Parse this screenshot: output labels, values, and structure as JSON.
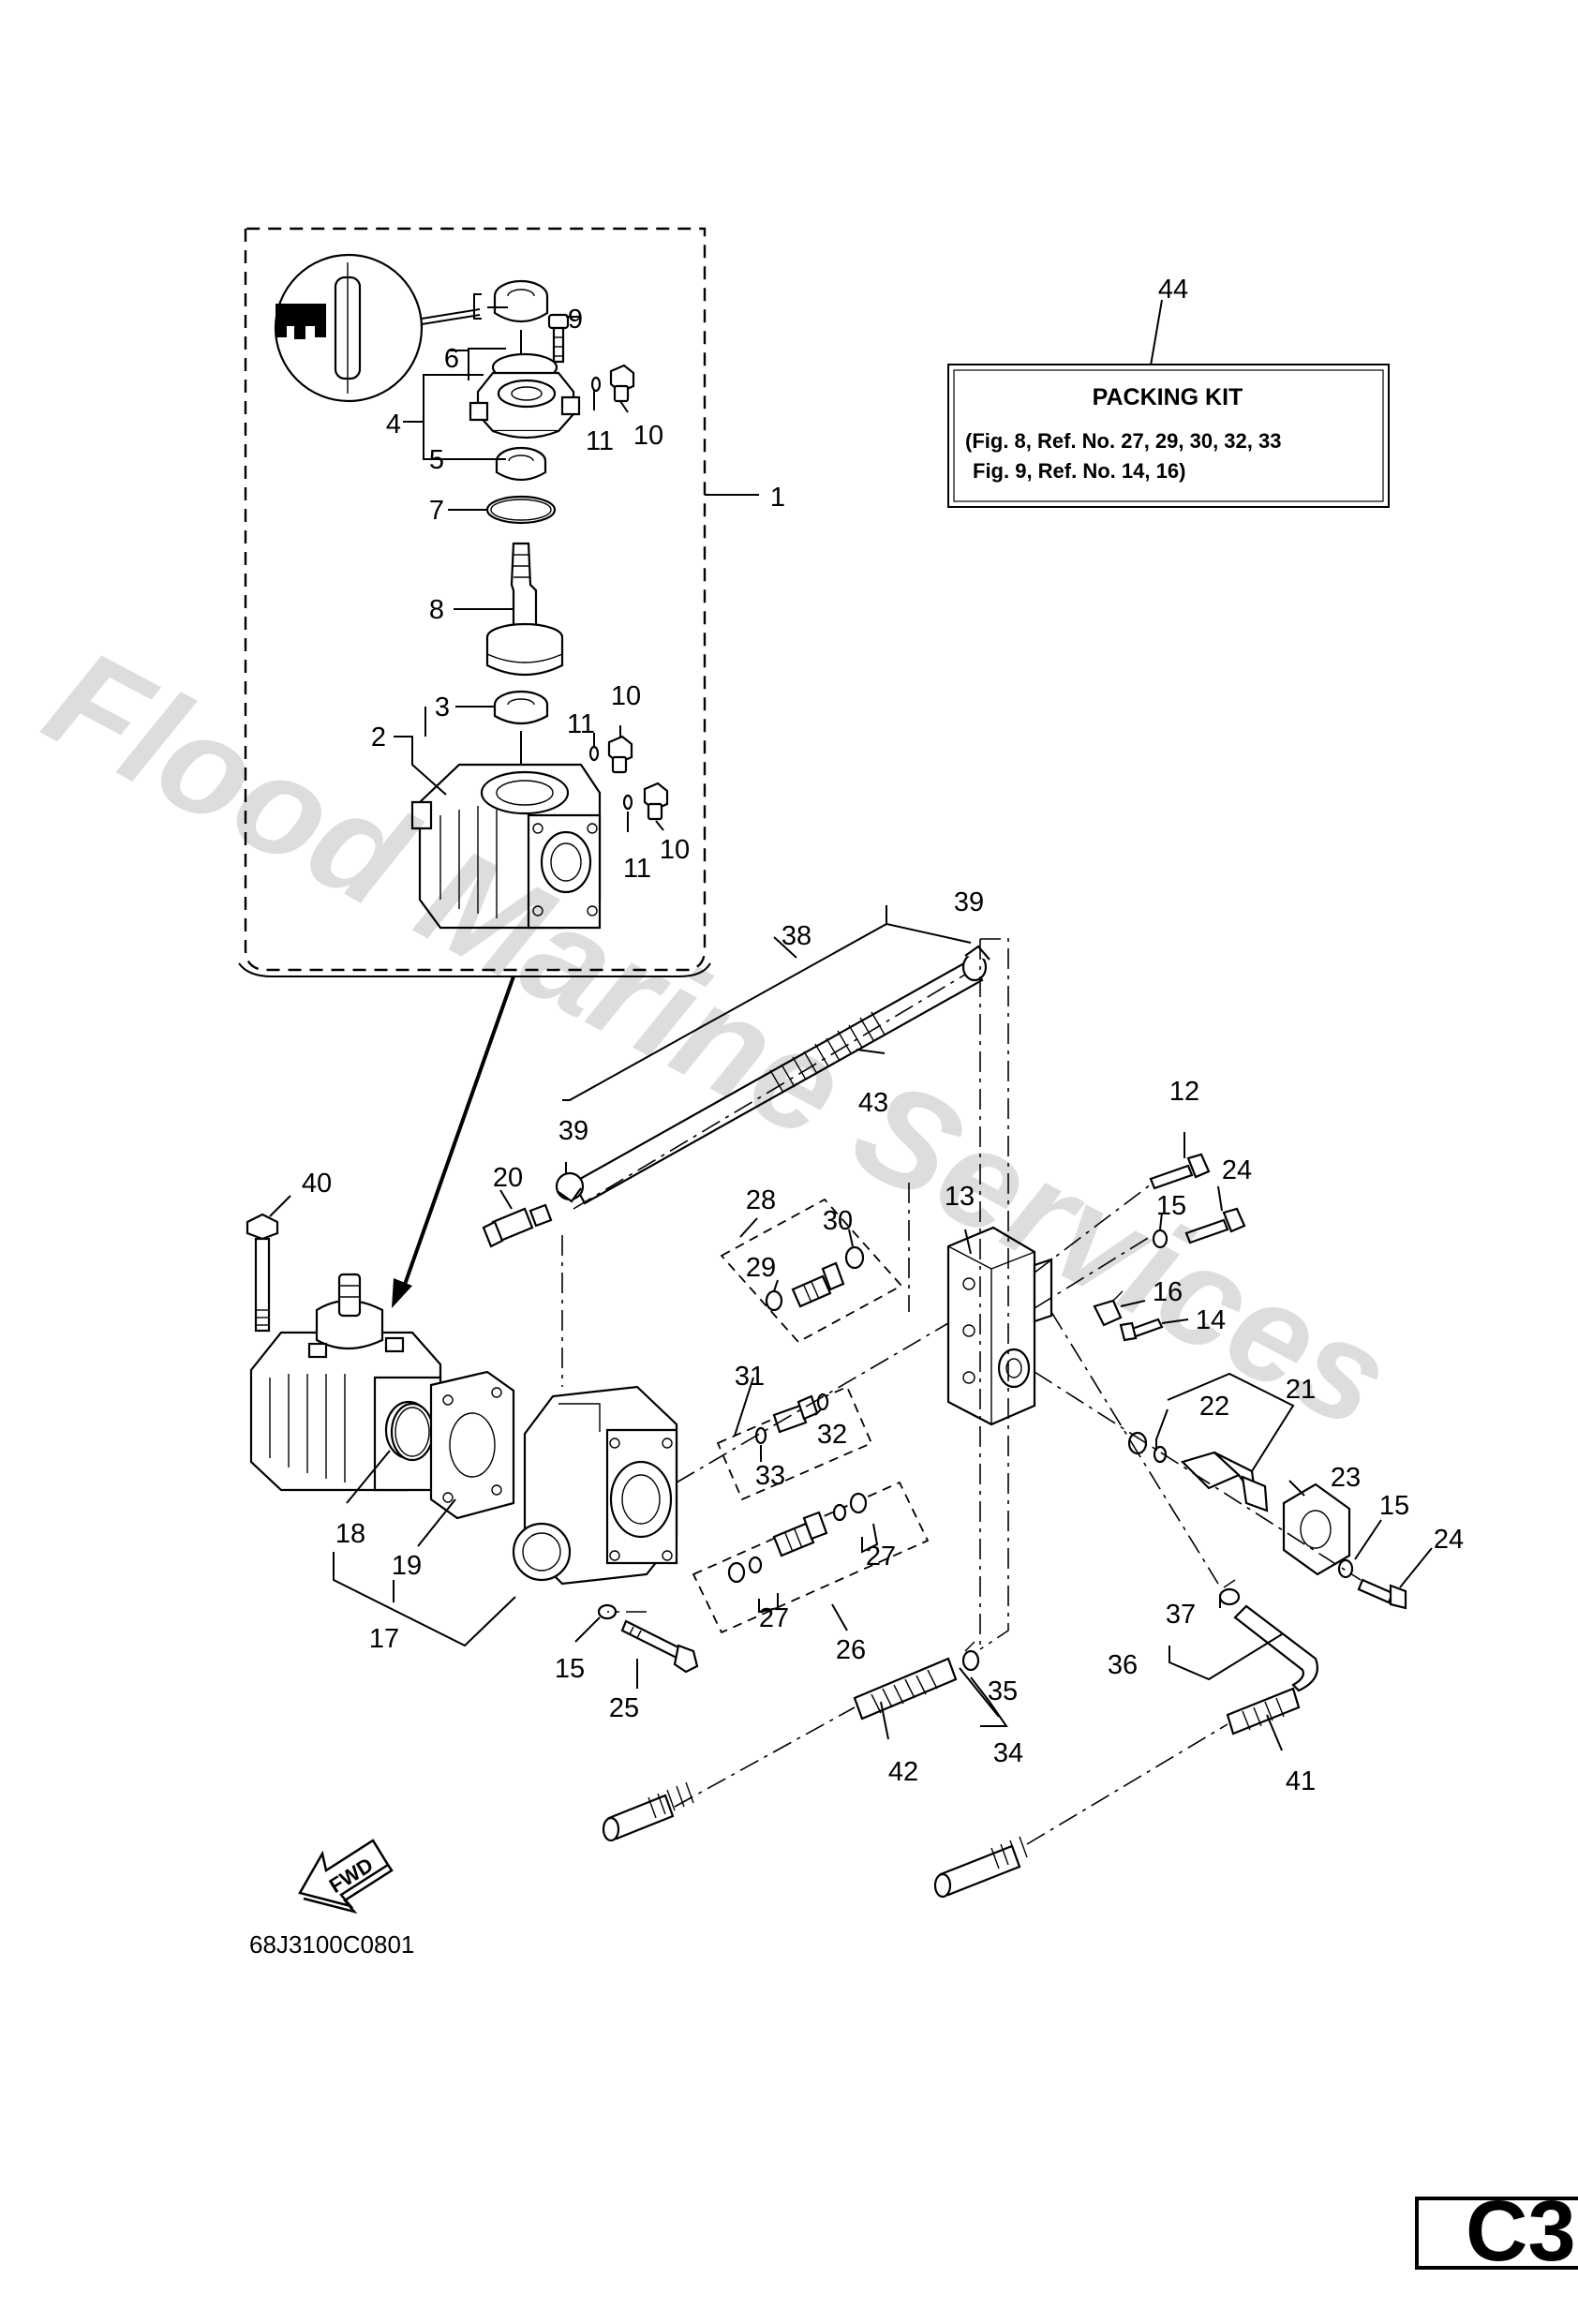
{
  "packing_kit": {
    "ref": "44",
    "title": "PACKING KIT",
    "line1": "(Fig. 8, Ref. No. 27, 29, 30, 32, 33",
    "line2": "Fig. 9, Ref. No. 14, 16)"
  },
  "callouts": [
    {
      "id": "c1",
      "text": "1"
    },
    {
      "id": "c2",
      "text": "2"
    },
    {
      "id": "c3",
      "text": "3"
    },
    {
      "id": "c4",
      "text": "4"
    },
    {
      "id": "c5",
      "text": "5"
    },
    {
      "id": "c6",
      "text": "6"
    },
    {
      "id": "c7",
      "text": "7"
    },
    {
      "id": "c8",
      "text": "8"
    },
    {
      "id": "c9",
      "text": "9"
    },
    {
      "id": "c10a",
      "text": "10"
    },
    {
      "id": "c10b",
      "text": "10"
    },
    {
      "id": "c10c",
      "text": "10"
    },
    {
      "id": "c11a",
      "text": "11"
    },
    {
      "id": "c11b",
      "text": "11"
    },
    {
      "id": "c11c",
      "text": "11"
    },
    {
      "id": "c12",
      "text": "12"
    },
    {
      "id": "c13",
      "text": "13"
    },
    {
      "id": "c14",
      "text": "14"
    },
    {
      "id": "c15a",
      "text": "15"
    },
    {
      "id": "c15b",
      "text": "15"
    },
    {
      "id": "c15c",
      "text": "15"
    },
    {
      "id": "c16",
      "text": "16"
    },
    {
      "id": "c17",
      "text": "17"
    },
    {
      "id": "c18",
      "text": "18"
    },
    {
      "id": "c19",
      "text": "19"
    },
    {
      "id": "c20",
      "text": "20"
    },
    {
      "id": "c21",
      "text": "21"
    },
    {
      "id": "c22",
      "text": "22"
    },
    {
      "id": "c23",
      "text": "23"
    },
    {
      "id": "c24a",
      "text": "24"
    },
    {
      "id": "c24b",
      "text": "24"
    },
    {
      "id": "c25",
      "text": "25"
    },
    {
      "id": "c26",
      "text": "26"
    },
    {
      "id": "c27a",
      "text": "27"
    },
    {
      "id": "c27b",
      "text": "27"
    },
    {
      "id": "c28",
      "text": "28"
    },
    {
      "id": "c29",
      "text": "29"
    },
    {
      "id": "c30",
      "text": "30"
    },
    {
      "id": "c31",
      "text": "31"
    },
    {
      "id": "c32",
      "text": "32"
    },
    {
      "id": "c33",
      "text": "33"
    },
    {
      "id": "c34",
      "text": "34"
    },
    {
      "id": "c35",
      "text": "35"
    },
    {
      "id": "c36",
      "text": "36"
    },
    {
      "id": "c37",
      "text": "37"
    },
    {
      "id": "c38",
      "text": "38"
    },
    {
      "id": "c39a",
      "text": "39"
    },
    {
      "id": "c39b",
      "text": "39"
    },
    {
      "id": "c40",
      "text": "40"
    },
    {
      "id": "c41",
      "text": "41"
    },
    {
      "id": "c42",
      "text": "42"
    },
    {
      "id": "c43",
      "text": "43"
    }
  ],
  "watermark": "Flood Marine Services",
  "fwd_label": "FWD",
  "diagram_code": "68J3100C0801",
  "page_code": "C3"
}
